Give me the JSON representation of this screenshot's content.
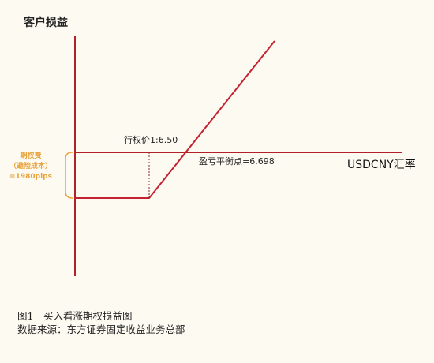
{
  "diagram": {
    "y_axis_title": "客户损益",
    "x_axis_title": "USDCNY汇率",
    "strike_label": "行权价1:6.50",
    "breakeven_label": "盈亏平衡点=6.698",
    "premium_label": {
      "line1": "期权费",
      "line2": "（避险成本）",
      "line3": "=1980pips"
    },
    "colors": {
      "axis": "#b2202a",
      "payoff": "#c4222f",
      "bracket": "#e8a33c",
      "background": "#fdfaf2"
    }
  },
  "caption": {
    "figure_title": "图1　买入看涨期权损益图",
    "source": "数据来源：东方证券固定收益业务总部"
  }
}
